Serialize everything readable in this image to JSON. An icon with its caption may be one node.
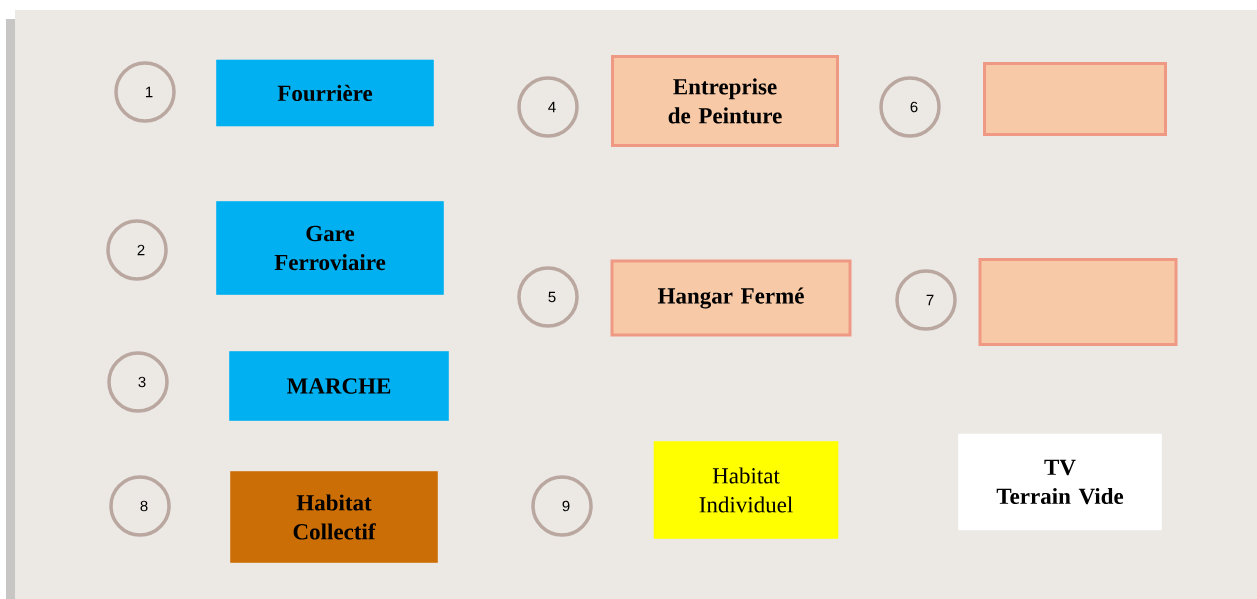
{
  "diagram": {
    "nodes": [
      {
        "text": [
          "1"
        ]
      },
      {
        "text": [
          "Fourrière"
        ]
      },
      {
        "text": [
          "4"
        ]
      },
      {
        "text": [
          "Entreprise de Peinture"
        ]
      },
      {
        "text": [
          "6"
        ]
      },
      {
        "text": [],
        "shape": "box"
      },
      {
        "text": [
          "2"
        ]
      },
      {
        "text": [
          "Gare Ferroviaire"
        ]
      },
      {
        "text": [
          "5"
        ]
      },
      {
        "text": [
          "Hangar Fermé"
        ]
      },
      {
        "text": [
          "7"
        ]
      },
      {
        "text": [],
        "shape": "box"
      },
      {
        "text": [
          "3"
        ]
      },
      {
        "text": [
          "MARCHE"
        ]
      },
      {
        "text": [
          "8"
        ]
      },
      {
        "text": [
          "Habitat Collectif"
        ]
      },
      {
        "text": [
          "9"
        ]
      },
      {
        "text": [
          "Habitat Individuel"
        ]
      },
      {
        "text": [
          "TV",
          "Terrain Vide"
        ]
      }
    ],
    "edges": []
  }
}
